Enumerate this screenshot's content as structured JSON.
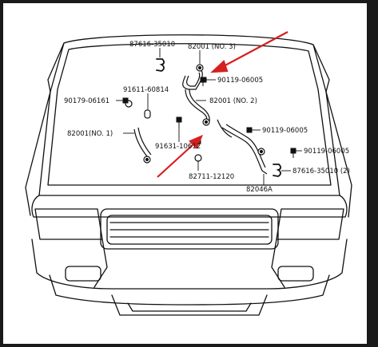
{
  "colors": {
    "frame": "#1a1a1a",
    "paper": "#ffffff",
    "ink": "#111111",
    "arrow": "#d42020"
  },
  "labels": {
    "p87616_35010": "87616-35010",
    "p82001_no3": "82001 (NO. 3)",
    "p90119_06005_a": "90119-06005",
    "p91611_60814": "91611-60814",
    "p82001_no2": "82001 (NO. 2)",
    "p90179_06161": "90179-06161",
    "p82001_no1": "82001(NO. 1)",
    "p90119_06005_b": "90119-06005",
    "p91631_10612": "91631-10612",
    "p90119_06005_c": "90119-06005",
    "p87616_35010_2": "87616-35010 (2)",
    "p82711_12120": "82711-12120",
    "p82046a": "82046A"
  }
}
